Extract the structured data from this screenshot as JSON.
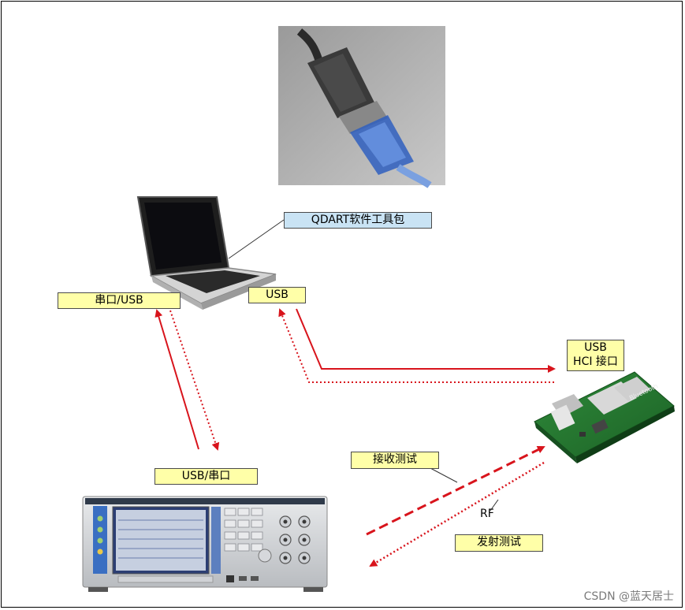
{
  "labels": {
    "software": "QDART软件工具包",
    "serial_usb": "串口/USB",
    "usb_laptop": "USB",
    "usb_hci_line1": "USB",
    "usb_hci_line2": "HCI 接口",
    "usb_serial_tester": "USB/串口",
    "rx_test": "接收测试",
    "rf": "RF",
    "tx_test": "发射测试"
  },
  "watermark": "CSDN @蓝天居士",
  "colors": {
    "arrow_red": "#d8141c",
    "label_yellow": "#ffffa8",
    "label_blue": "#c9e3f4"
  },
  "icons": [
    "usb-serial-adapter-photo",
    "laptop-icon",
    "bluetooth-module-board",
    "rf-tester-instrument"
  ]
}
